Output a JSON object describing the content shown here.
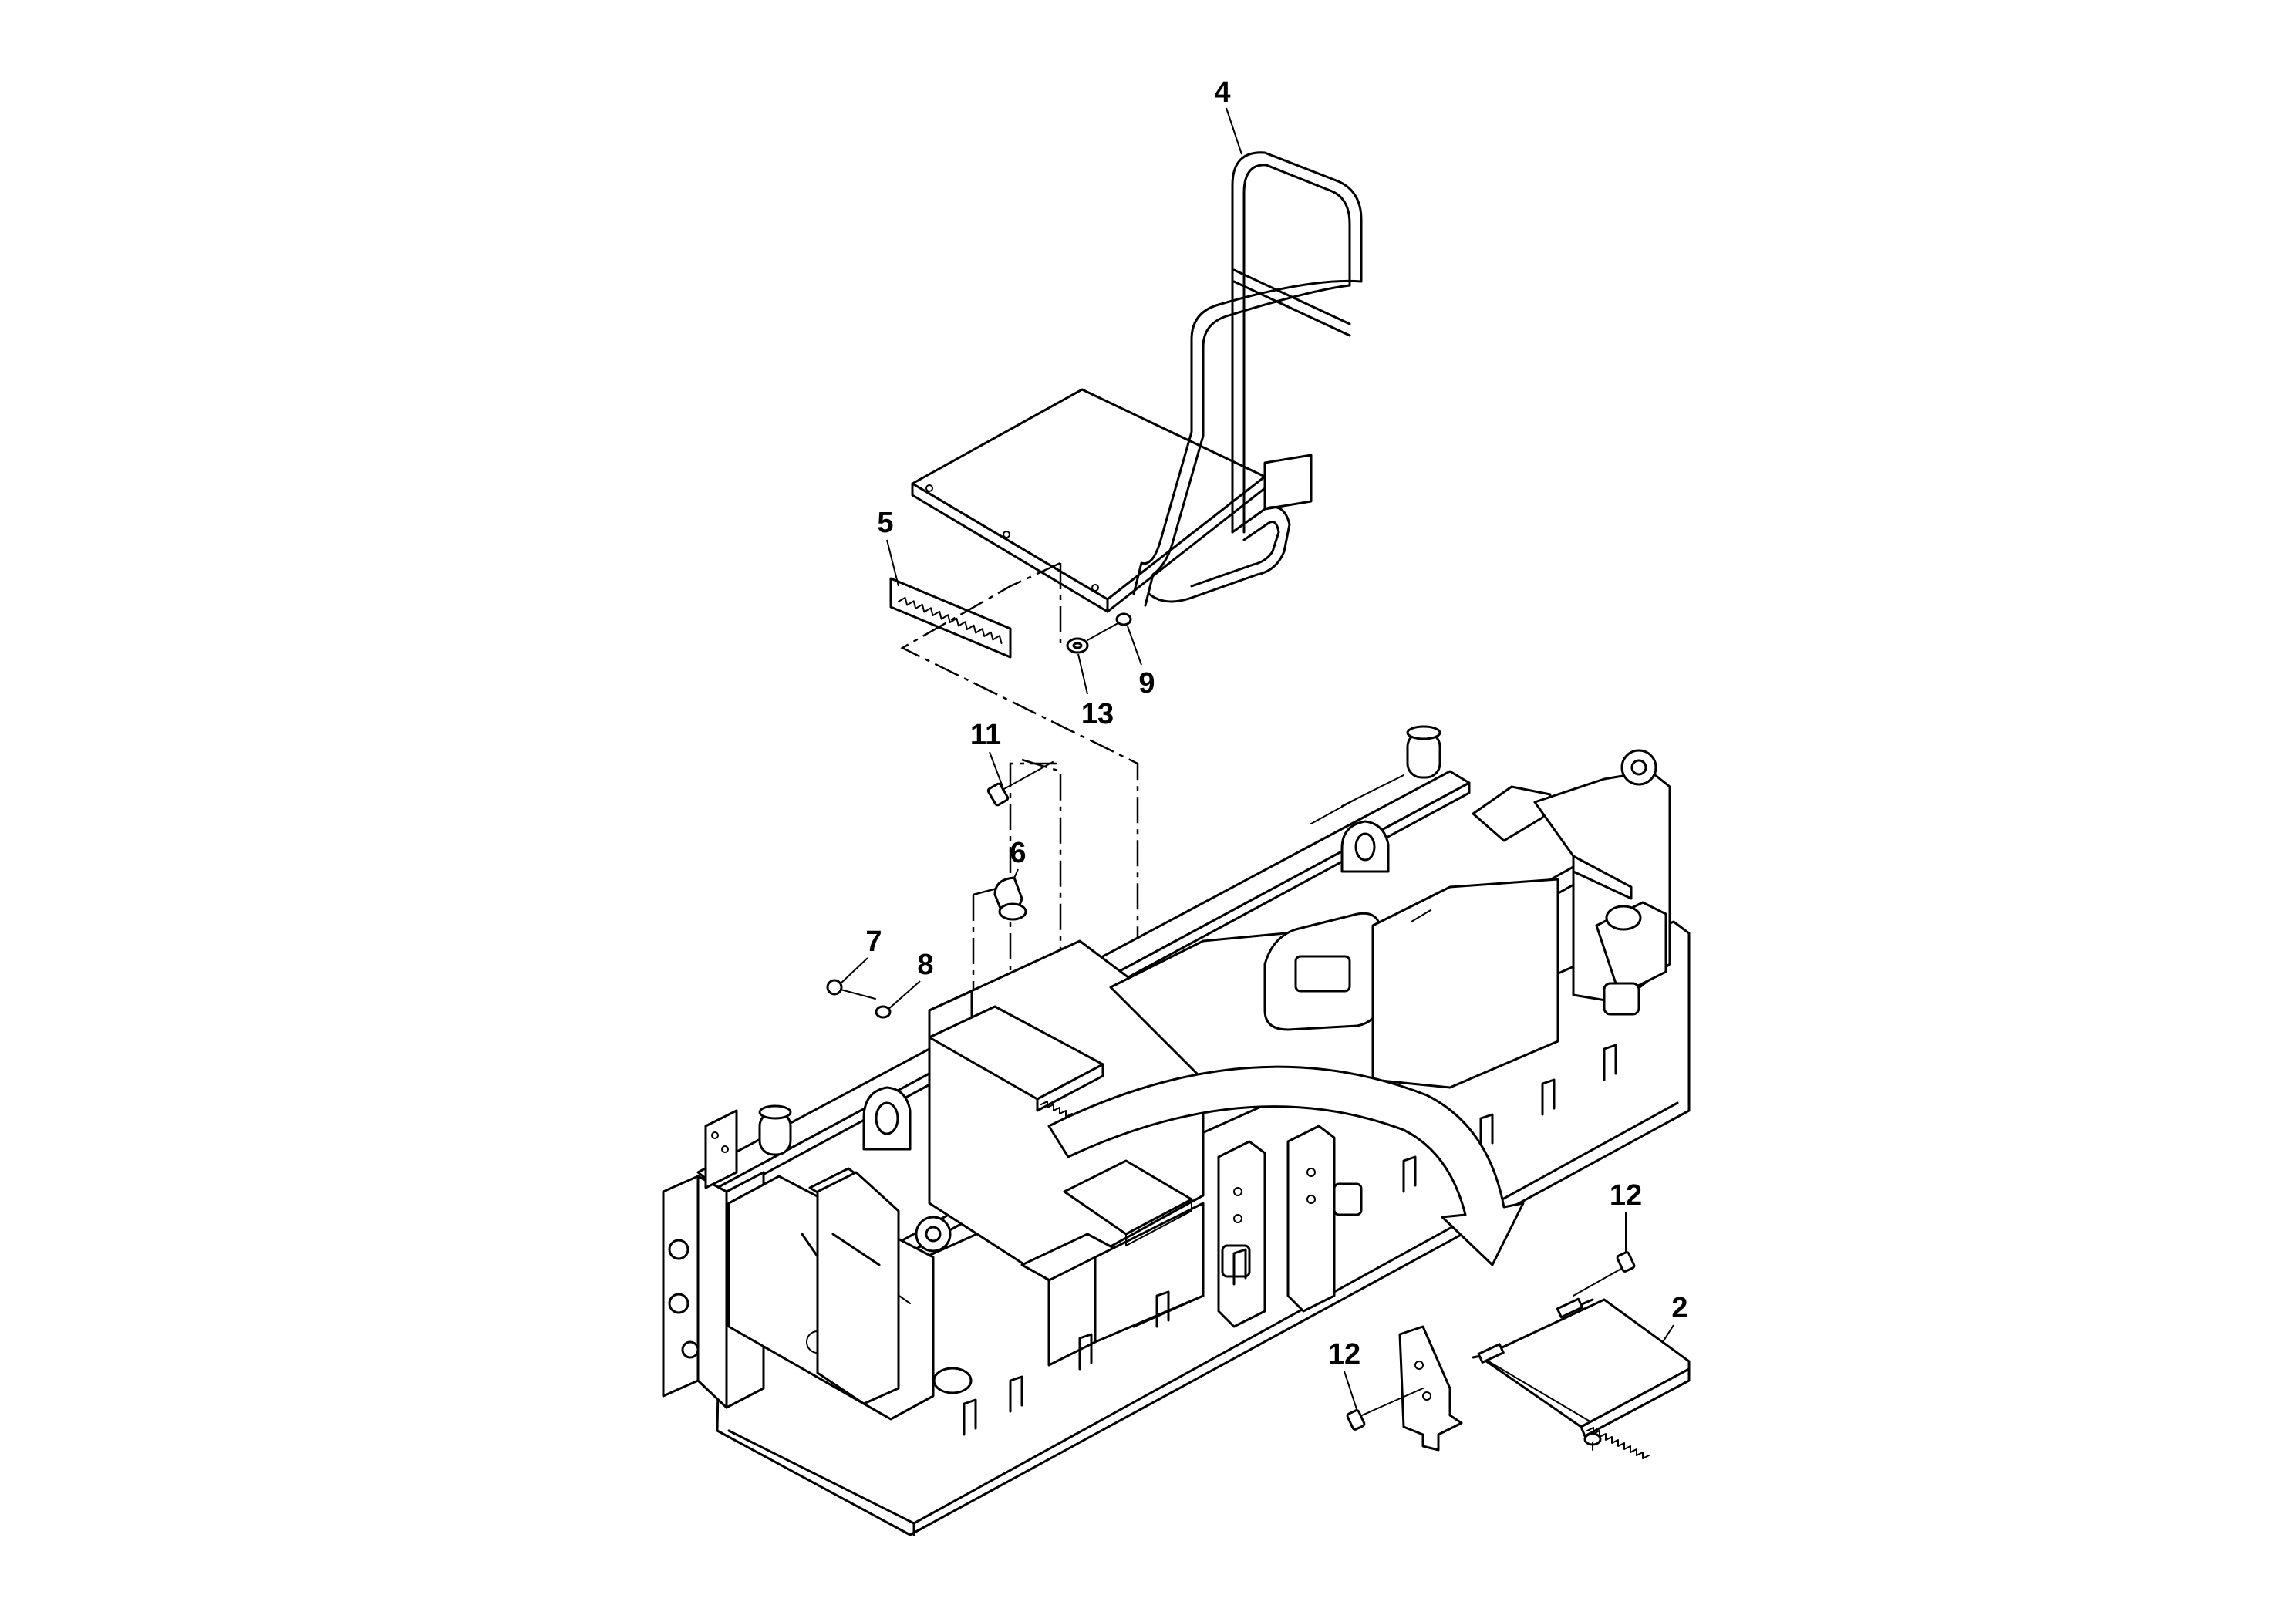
{
  "diagram": {
    "type": "exploded-parts-drawing",
    "callouts": [
      {
        "id": "c4",
        "label": "4"
      },
      {
        "id": "c5",
        "label": "5"
      },
      {
        "id": "c13",
        "label": "13"
      },
      {
        "id": "c9",
        "label": "9"
      },
      {
        "id": "c11",
        "label": "11"
      },
      {
        "id": "c6",
        "label": "6"
      },
      {
        "id": "c7",
        "label": "7"
      },
      {
        "id": "c8",
        "label": "8"
      },
      {
        "id": "c12a",
        "label": "12"
      },
      {
        "id": "c12b",
        "label": "12"
      },
      {
        "id": "c2",
        "label": "2"
      }
    ]
  }
}
